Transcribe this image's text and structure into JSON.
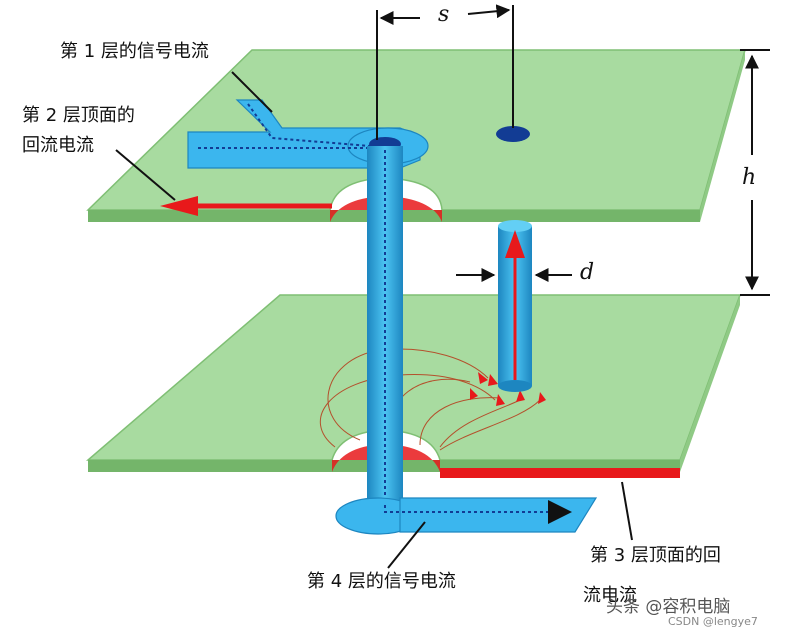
{
  "labels": {
    "layer1_signal": "第 1 层的信号电流",
    "layer2_return_line1": "第 2 层顶面的",
    "layer2_return_line2": "回流电流",
    "layer3_return_line1": "第 3 层顶面的回",
    "layer3_return_line2": "流电流",
    "layer4_signal": "第 4 层的信号电流"
  },
  "symbols": {
    "s": "s",
    "h": "h",
    "d": "d"
  },
  "watermark": {
    "line1": "头条 @容积电脑",
    "line2": "CSDN @lengye7"
  },
  "colors": {
    "plane_green": "#a8dba0",
    "plane_edge": "#7fbf74",
    "trace_blue": "#3bb6ee",
    "current_red": "#e8191b"
  }
}
